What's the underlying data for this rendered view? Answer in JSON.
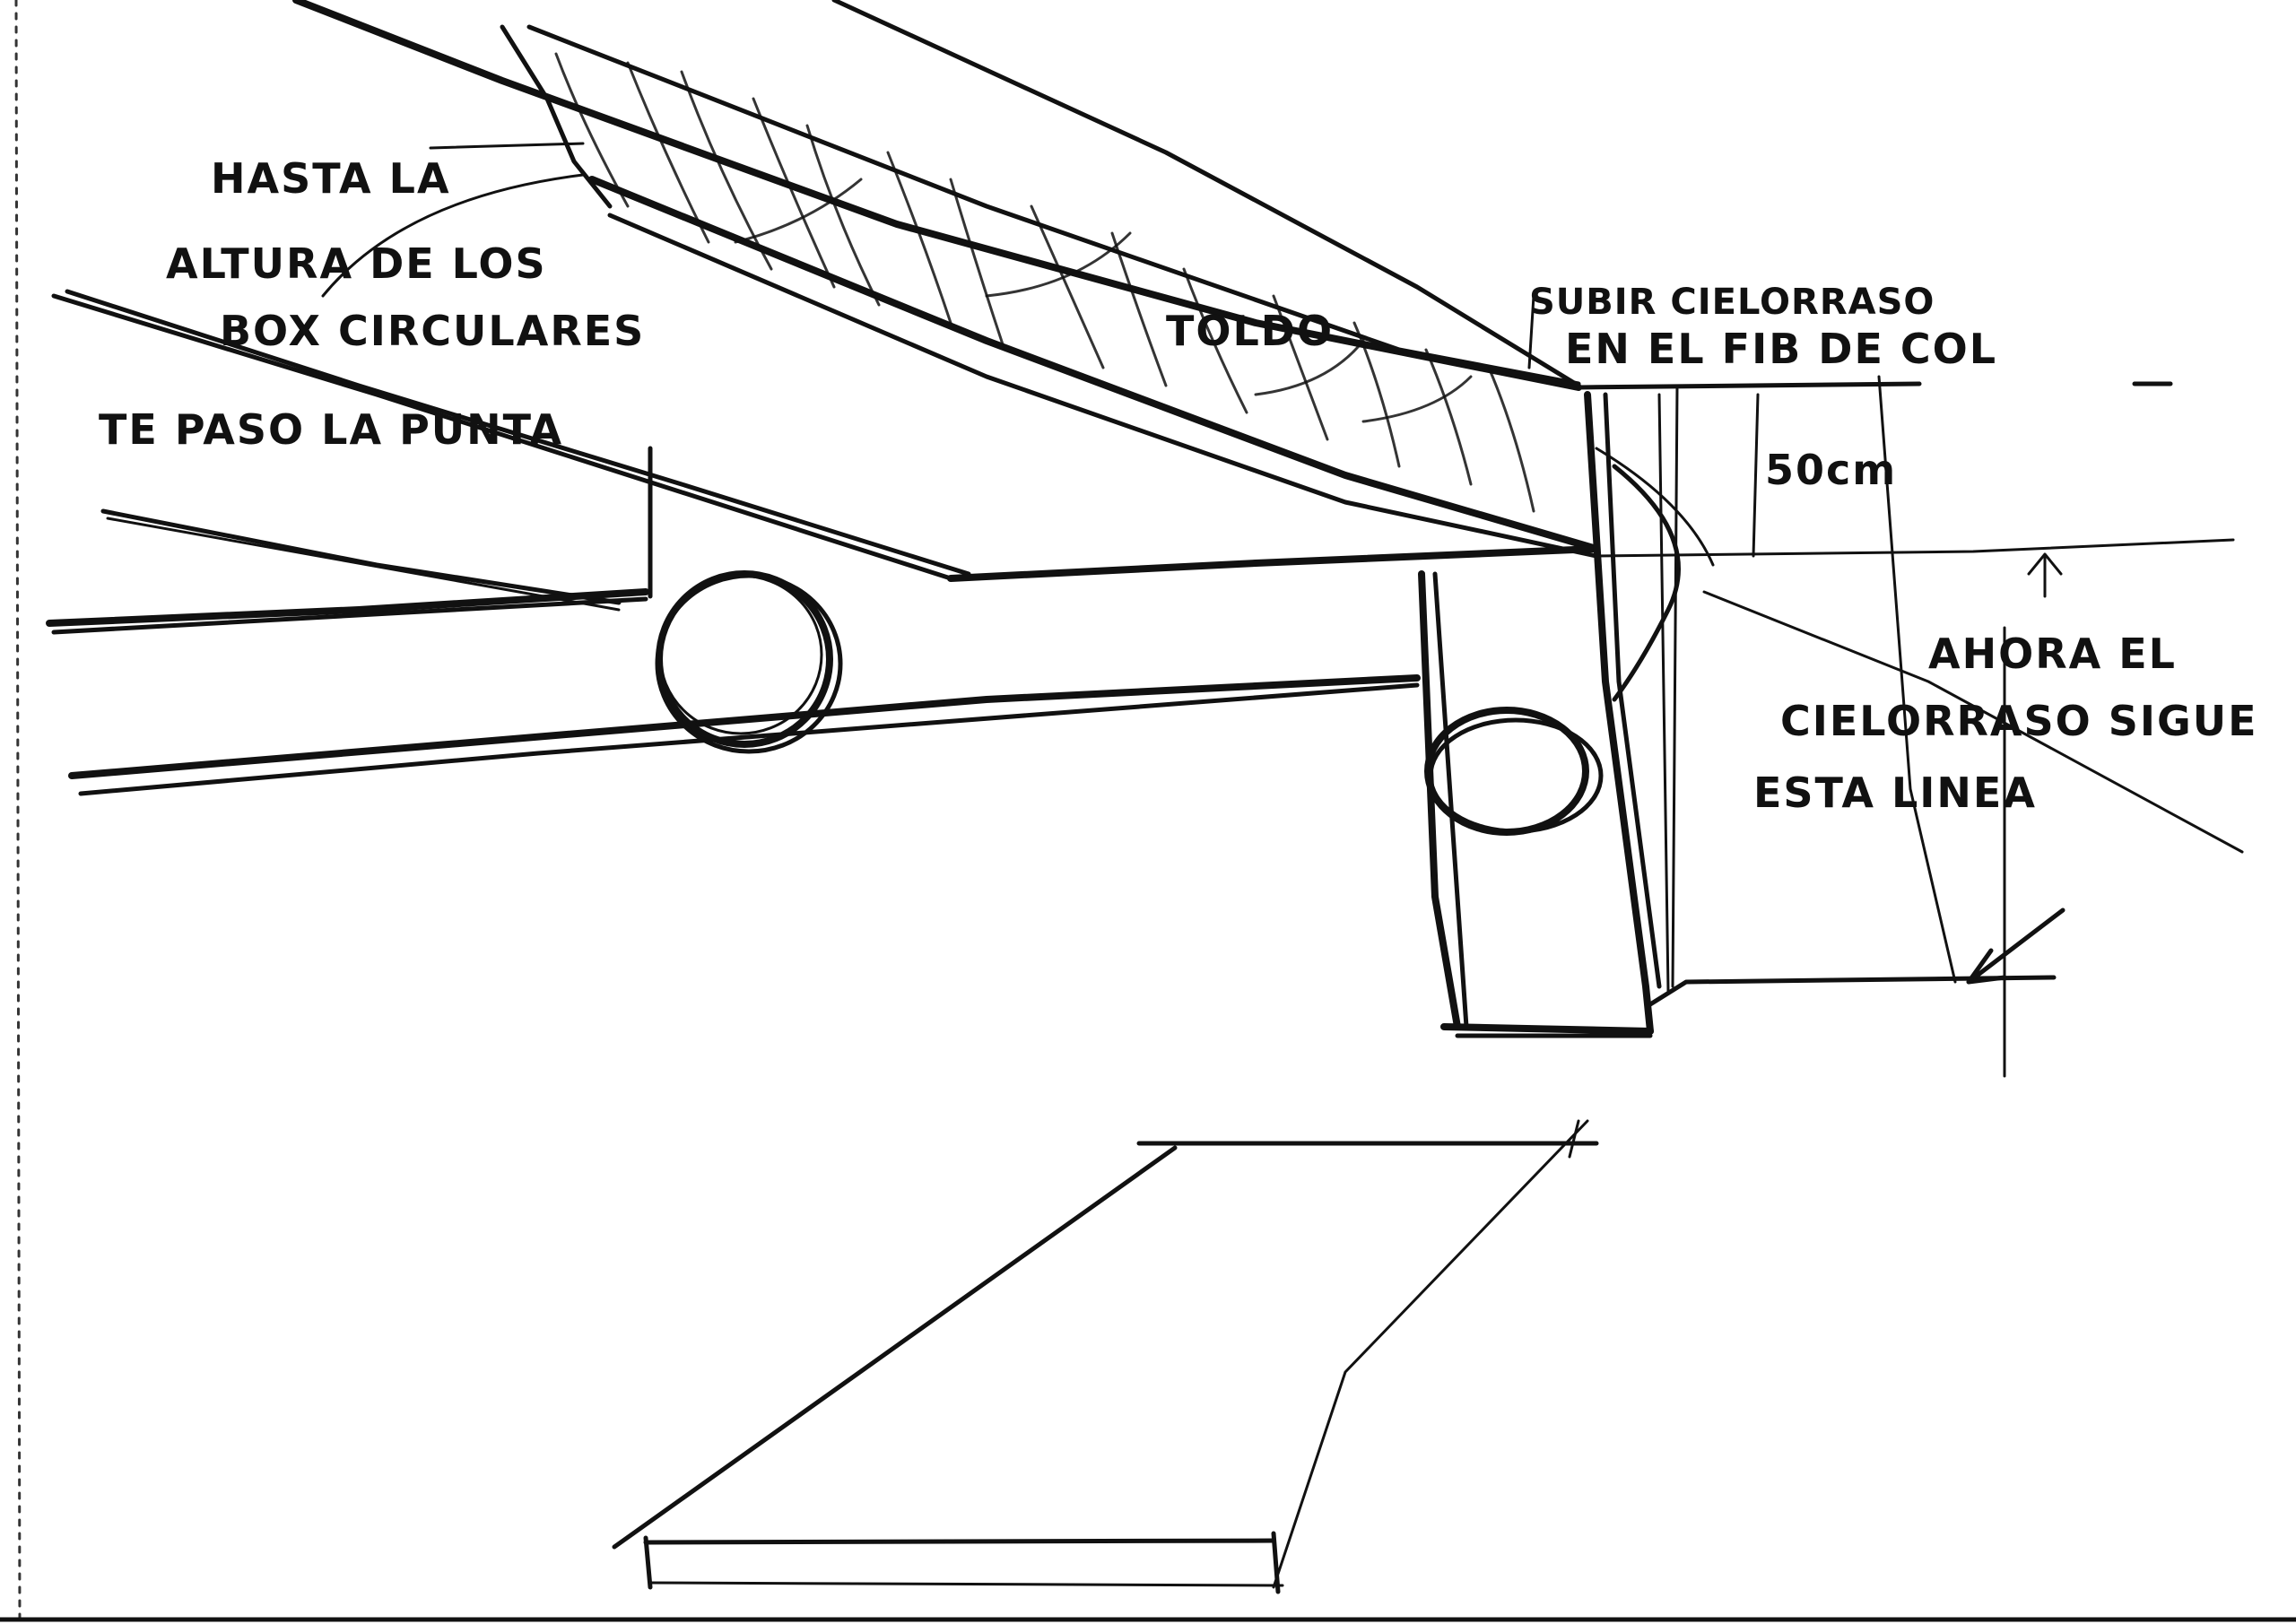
{
  "sketch": {
    "annotations": {
      "hasta_line1": "HASTA LA",
      "hasta_line2": "ALTURA DE LOS",
      "hasta_line3": "BOX CIRCULARES",
      "te_paso": "TE PASO LA PUNTA",
      "tolda": "TOLDO",
      "subir_line1": "SUBIR CIELORRASO",
      "subir_line2": "EN EL FIB DE COL",
      "dimension": "50cm",
      "ahora_line1": "AHORA EL",
      "ahora_line2": "CIELORRASO SIGUE",
      "ahora_line3": "ESTA LINEA"
    },
    "ink_color": "#111111",
    "paper_color": "#ffffff"
  }
}
